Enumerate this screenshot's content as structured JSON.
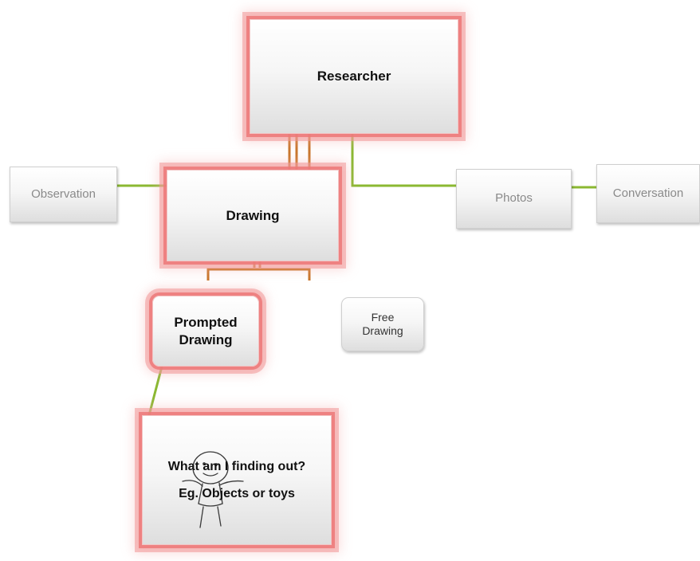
{
  "diagram": {
    "researcher": "Researcher",
    "drawing": "Drawing",
    "observation": "Observation",
    "photos": "Photos",
    "conversation": "Conversation",
    "prompted_drawing": "Prompted\nDrawing",
    "free_drawing": "Free\nDrawing",
    "question": "What am I finding out?\nEg. Objects or toys"
  },
  "colors": {
    "green_line": "#8bb832",
    "orange_line": "#c8752a",
    "highlight_glow": "#ec7878"
  }
}
